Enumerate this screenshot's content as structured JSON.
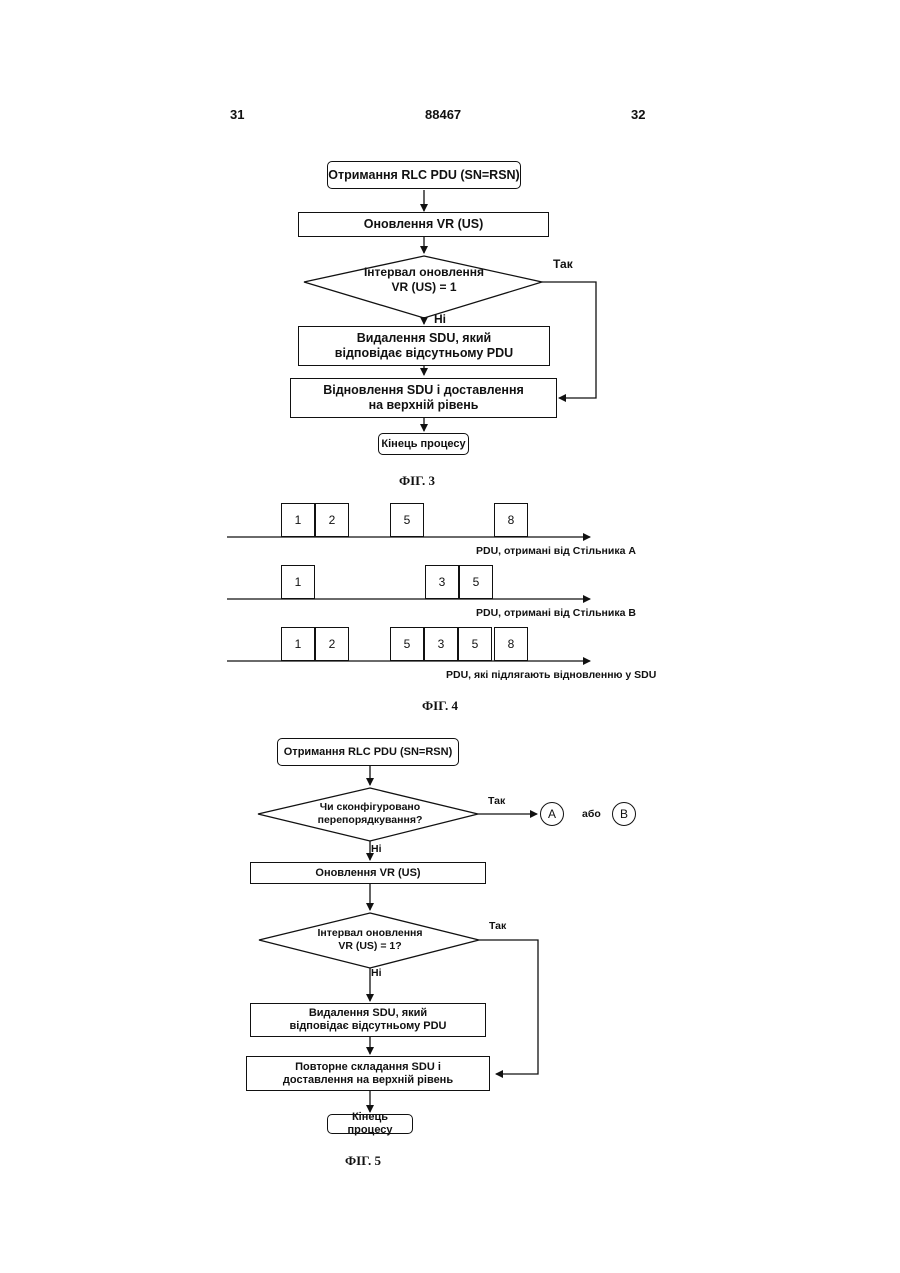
{
  "header": {
    "page_left": "31",
    "doc_number": "88467",
    "page_right": "32"
  },
  "fig3": {
    "receive": "Отримання RLC PDU (SN=RSN)",
    "update": "Оновлення VR (US)",
    "decision_line1": "Інтервал оновлення",
    "decision_line2": "VR (US) = 1",
    "yes": "Так",
    "no": "Ні",
    "delete_line1": "Видалення SDU, який",
    "delete_line2": "відповідає відсутньому PDU",
    "restore_line1": "Відновлення SDU і доставлення",
    "restore_line2": "на верхній рівень",
    "end": "Кінець процесу",
    "caption": "ФІГ. 3"
  },
  "fig4": {
    "rows": [
      {
        "label": "PDU, отримані від Стільника А",
        "cells": [
          "1",
          "2",
          "5",
          "8"
        ]
      },
      {
        "label": "PDU, отримані від Стільника В",
        "cells": [
          "1",
          "3",
          "5"
        ]
      },
      {
        "label": "PDU, які підлягають відновленню у SDU",
        "cells": [
          "1",
          "2",
          "5",
          "3",
          "5",
          "8"
        ]
      }
    ],
    "caption": "ФІГ. 4"
  },
  "fig5": {
    "receive": "Отримання RLC PDU (SN=RSN)",
    "decision1_line1": "Чи сконфігуровано",
    "decision1_line2": "перепорядкування?",
    "yes1": "Так",
    "connector_a": "A",
    "or": "або",
    "connector_b": "B",
    "no1": "Ні",
    "update": "Оновлення VR (US)",
    "decision2_line1": "Інтервал оновлення",
    "decision2_line2": "VR (US) = 1?",
    "yes2": "Так",
    "no2": "Ні",
    "delete_line1": "Видалення SDU, який",
    "delete_line2": "відповідає відсутньому PDU",
    "reassemble_line1": "Повторне складання SDU і",
    "reassemble_line2": "доставлення на верхній рівень",
    "end": "Кінець процесу",
    "caption": "ФІГ. 5"
  }
}
